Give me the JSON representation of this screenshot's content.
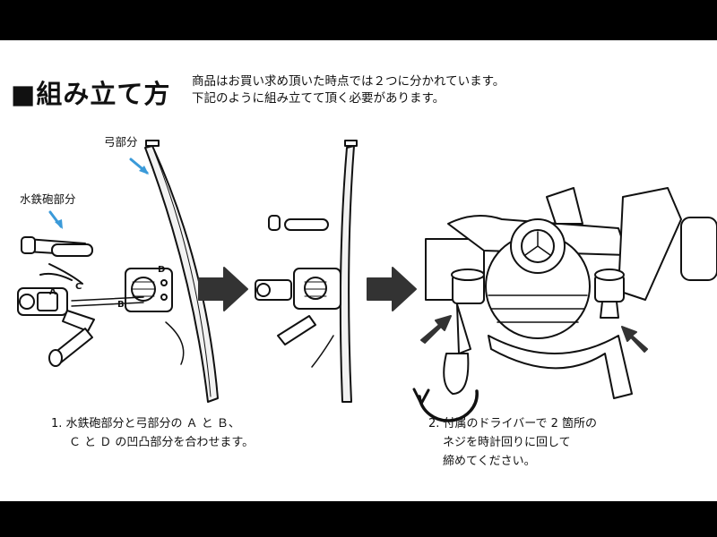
{
  "header": {
    "title": "■組み立て方",
    "intro_lines": [
      "商品はお買い求め頂いた時点では２つに分かれています。",
      "下記のように組み立てて頂く必要があります。"
    ]
  },
  "diagram": {
    "label_bow": "弓部分",
    "label_gun": "水鉄砲部分",
    "points": {
      "a": "A",
      "b": "B",
      "c": "C",
      "d": "D"
    }
  },
  "steps": [
    {
      "lines": [
        "1. 水鉄砲部分と弓部分の Ａ と Ｂ、",
        "Ｃ と Ｄ の凹凸部分を合わせます。"
      ]
    },
    {
      "lines": [
        "2. 付属のドライバーで 2 箇所の",
        "ネジを時計回りに回して",
        "締めてください。"
      ]
    }
  ],
  "colors": {
    "frame": "#000000",
    "paper": "#ffffff",
    "arrow": "#333333",
    "accent": "#3a9ad9"
  }
}
